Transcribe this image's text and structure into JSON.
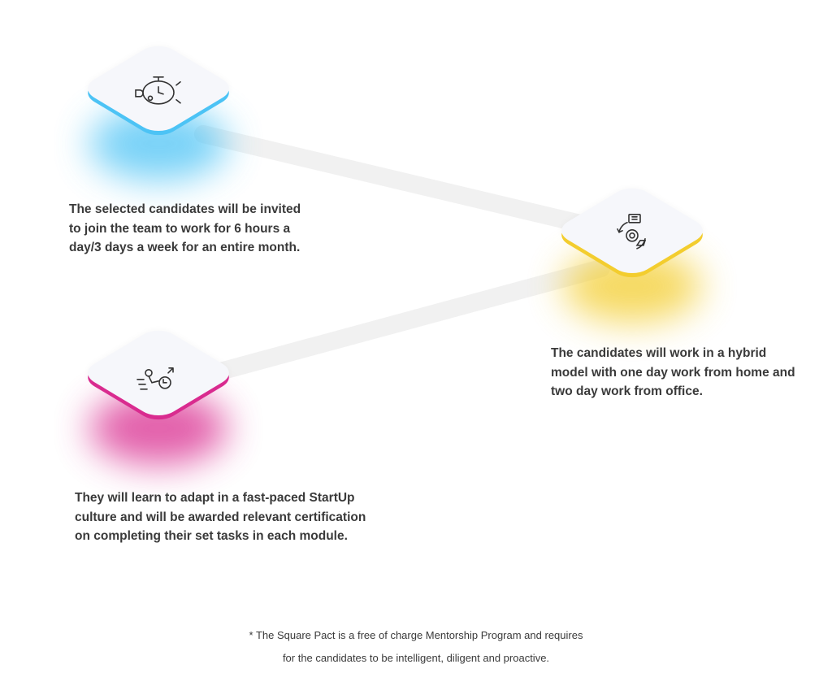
{
  "colors": {
    "blue": "#4cc3f5",
    "yellow": "#f3cd2e",
    "magenta": "#d92b8f",
    "connector": "#f1f1f1",
    "text": "#3a3a3a"
  },
  "items": [
    {
      "icon": "stopwatch-icon",
      "accent": "blue",
      "text": "The selected candidates will be invited to join the team to work for 6 hours a day/3 days a week for an entire month."
    },
    {
      "icon": "hybrid-work-cycle-icon",
      "accent": "yellow",
      "text": "The candidates will work in a hybrid model with one day work from home and two day work from office."
    },
    {
      "icon": "fast-paced-growth-icon",
      "accent": "magenta",
      "text": "They will learn to adapt in a fast-paced StartUp culture and will be awarded relevant certification on completing their set tasks in each module."
    }
  ],
  "footnote": {
    "line1": "* The Square Pact is a free of charge Mentorship Program and requires",
    "line2": "for the candidates to be intelligent, diligent and proactive."
  }
}
